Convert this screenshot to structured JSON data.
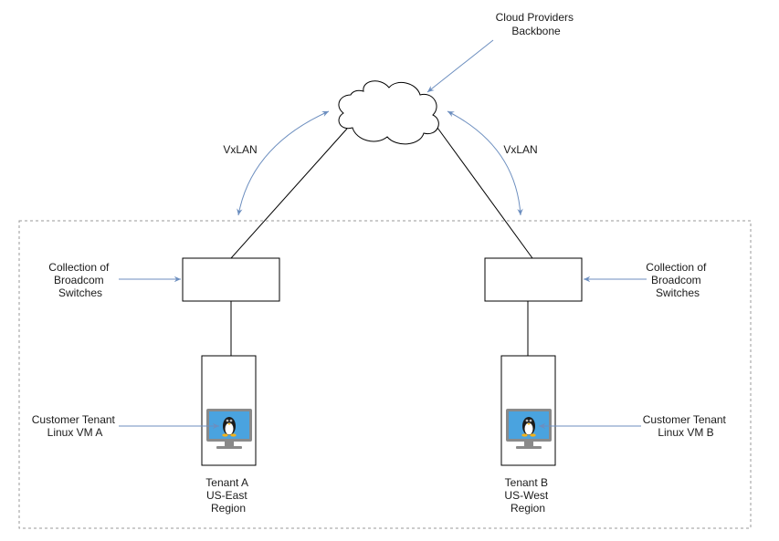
{
  "diagram": {
    "backbone_label": [
      "Cloud Providers",
      "Backbone"
    ],
    "vxlan_left": "VxLAN",
    "vxlan_right": "VxLAN",
    "switches_left": [
      "Collection of",
      "Broadcom",
      "Switches"
    ],
    "switches_right": [
      "Collection of",
      "Broadcom",
      "Switches"
    ],
    "vm_left": [
      "Customer Tenant",
      "Linux VM A"
    ],
    "vm_right": [
      "Customer Tenant",
      "Linux VM B"
    ],
    "tenant_a": [
      "Tenant A",
      "US-East",
      "Region"
    ],
    "tenant_b": [
      "Tenant B",
      "US-West",
      "Region"
    ]
  },
  "colors": {
    "arrow": "#6c8ebf",
    "line": "#000000",
    "border_dashed": "#9a9a9a",
    "monitor_screen": "#4aa3df"
  },
  "icons": [
    "cloud-icon",
    "linux-monitor-icon"
  ]
}
